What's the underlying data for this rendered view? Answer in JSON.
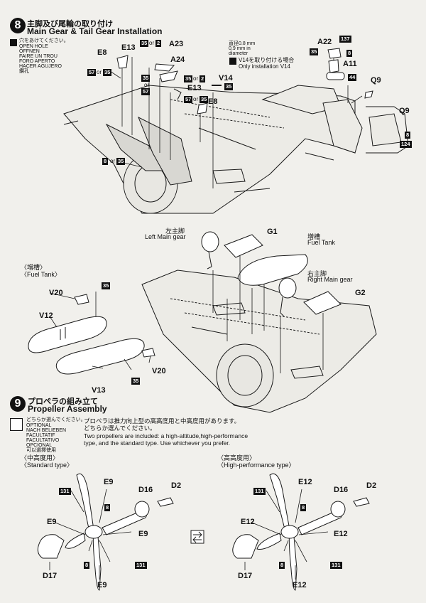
{
  "step8": {
    "number": "8",
    "title_jp": "主脚及び尾輪の取り付け",
    "title_en": "Main Gear & Tail Gear Installation",
    "drill_note": [
      "穴をあけてください。",
      "OPEN HOLE",
      "ÖFFNEN",
      "FAIRE UN TROU",
      "FORO APERTO",
      "HACER AGUJERO",
      "鑽孔"
    ],
    "v14_diameter": [
      "直径0.8 mm",
      "0.9 mm in",
      "diameter"
    ],
    "v14_note_jp": "V14を取り付ける場合",
    "v14_note_en": "Only installation V14",
    "parts": {
      "e8": "E8",
      "e13": "E13",
      "a23": "A23",
      "a24": "A24",
      "e13b": "E13",
      "e8b": "E8",
      "v14": "V14",
      "a22": "A22",
      "a11": "A11",
      "q9": "Q9",
      "q9b": "Q9"
    },
    "colors": {
      "c35": "35",
      "c2": "2",
      "c57": "57",
      "c8": "8",
      "c137": "137",
      "c44": "44",
      "c124": "124",
      "or": "or"
    },
    "callouts": {
      "e13_c1": "35",
      "e13_or": "or",
      "e13_c2": "2",
      "a24_c1": "35",
      "a24_or": "or",
      "a24_c2": "57",
      "e13b_c1": "35",
      "e13b_or": "or",
      "e13b_c2": "2",
      "e8b_c1": "57",
      "e8b_or": "or",
      "e8b_c2": "35",
      "e8_c1": "57",
      "e8_or": "or",
      "e8_c2": "35",
      "v14_c": "35",
      "lower_c1": "8",
      "lower_or": "or",
      "lower_c2": "35",
      "a22_c1": "137",
      "a22_c2": "35",
      "a22_c3": "8",
      "a11_c": "44",
      "q9b_c1": "8",
      "q9b_c2": "124"
    }
  },
  "fuel": {
    "left_main_jp": "左主脚",
    "left_main_en": "Left Main gear",
    "g1": "G1",
    "g2": "G2",
    "fuel_tank_jp": "増槽",
    "fuel_tank_en": "Fuel Tank",
    "right_main_jp": "右主脚",
    "right_main_en": "Right Main gear",
    "inset_jp": "〈増槽〉",
    "inset_en": "〈Fuel Tank〉",
    "v20": "V20",
    "v12": "V12",
    "v13": "V13",
    "v20b": "V20",
    "c35a": "35",
    "c35b": "35"
  },
  "step9": {
    "number": "9",
    "title_jp": "プロペラの組み立て",
    "title_en": "Propeller Assembly",
    "optional_note": [
      "どちらか選んでください。",
      "OPTIONAL",
      "NACH BELIEBEN",
      "FACULTATIF",
      "FACULTATIVO",
      "OPCIONAL",
      "可以選擇使用"
    ],
    "desc": [
      "プロペラは推力向上型の高高度用と中高度用があります。",
      "どちらか選んでください。",
      "Two propellers are included: a  high-altitude,high-performance",
      "type, and the standard type. Use whichever you prefer."
    ],
    "std_jp": "〈中高度用〉",
    "std_en": "〈Standard type〉",
    "hp_jp": "〈高高度用〉",
    "hp_en": "〈High-performance type〉",
    "std_parts": {
      "e9a": "E9",
      "e9b": "E9",
      "e9c": "E9",
      "e9d": "E9",
      "d16": "D16",
      "d2": "D2",
      "d17": "D17",
      "c131a": "131",
      "c8a": "8",
      "c8b": "8",
      "c131b": "131"
    },
    "hp_parts": {
      "e12a": "E12",
      "e12b": "E12",
      "e12c": "E12",
      "e12d": "E12",
      "d16": "D16",
      "d2": "D2",
      "d17": "D17",
      "c131a": "131",
      "c8a": "8",
      "c8b": "8",
      "c131b": "131"
    }
  }
}
